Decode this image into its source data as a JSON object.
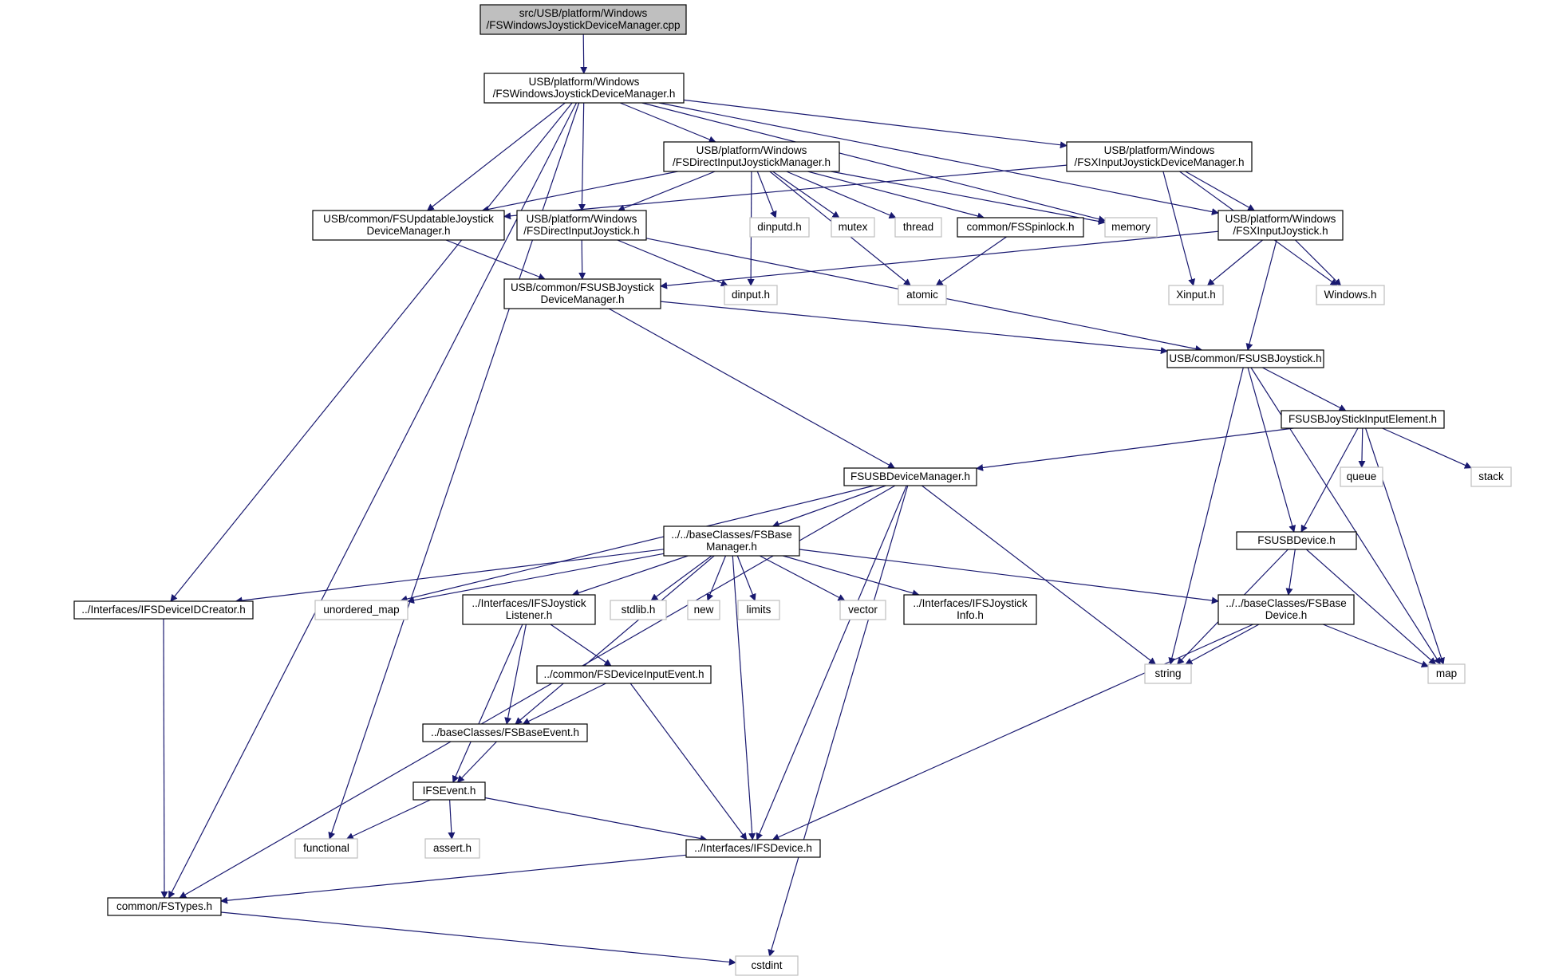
{
  "colors": {
    "edge": "#191970",
    "root_fill": "#bfbfbf",
    "node_fill": "#ffffff",
    "node_border": "#000000",
    "external_border": "#bfbfbf",
    "text": "#000000"
  },
  "nodes": [
    {
      "id": "root",
      "lines": [
        "src/USB/platform/Windows",
        "/FSWindowsJoystickDeviceManager.cpp"
      ],
      "kind": "root"
    },
    {
      "id": "wjdm_h",
      "lines": [
        "USB/platform/Windows",
        "/FSWindowsJoystickDeviceManager.h"
      ],
      "kind": "file"
    },
    {
      "id": "dijm_h",
      "lines": [
        "USB/platform/Windows",
        "/FSDirectInputJoystickManager.h"
      ],
      "kind": "file"
    },
    {
      "id": "xijdm_h",
      "lines": [
        "USB/platform/Windows",
        "/FSXInputJoystickDeviceManager.h"
      ],
      "kind": "file"
    },
    {
      "id": "updatable_h",
      "lines": [
        "USB/common/FSUpdatableJoystick",
        "DeviceManager.h"
      ],
      "kind": "file"
    },
    {
      "id": "dij_h",
      "lines": [
        "USB/platform/Windows",
        "/FSDirectInputJoystick.h"
      ],
      "kind": "file"
    },
    {
      "id": "dinputd",
      "lines": [
        "dinputd.h"
      ],
      "kind": "external"
    },
    {
      "id": "mutex",
      "lines": [
        "mutex"
      ],
      "kind": "external"
    },
    {
      "id": "thread",
      "lines": [
        "thread"
      ],
      "kind": "external"
    },
    {
      "id": "spinlock_h",
      "lines": [
        "common/FSSpinlock.h"
      ],
      "kind": "file"
    },
    {
      "id": "memory",
      "lines": [
        "memory"
      ],
      "kind": "external"
    },
    {
      "id": "xij_h",
      "lines": [
        "USB/platform/Windows",
        "/FSXInputJoystick.h"
      ],
      "kind": "file"
    },
    {
      "id": "usbjdm_h",
      "lines": [
        "USB/common/FSUSBJoystick",
        "DeviceManager.h"
      ],
      "kind": "file"
    },
    {
      "id": "dinput",
      "lines": [
        "dinput.h"
      ],
      "kind": "external"
    },
    {
      "id": "atomic",
      "lines": [
        "atomic"
      ],
      "kind": "external"
    },
    {
      "id": "xinput",
      "lines": [
        "Xinput.h"
      ],
      "kind": "external"
    },
    {
      "id": "windows",
      "lines": [
        "Windows.h"
      ],
      "kind": "external"
    },
    {
      "id": "usbjoy_h",
      "lines": [
        "USB/common/FSUSBJoystick.h"
      ],
      "kind": "file"
    },
    {
      "id": "jsie_h",
      "lines": [
        "FSUSBJoyStickInputElement.h"
      ],
      "kind": "file"
    },
    {
      "id": "usbdm_h",
      "lines": [
        "FSUSBDeviceManager.h"
      ],
      "kind": "file"
    },
    {
      "id": "queue",
      "lines": [
        "queue"
      ],
      "kind": "external"
    },
    {
      "id": "stack",
      "lines": [
        "stack"
      ],
      "kind": "external"
    },
    {
      "id": "basemgr_h",
      "lines": [
        "../../baseClasses/FSBase",
        "Manager.h"
      ],
      "kind": "file"
    },
    {
      "id": "usbdev_h",
      "lines": [
        "FSUSBDevice.h"
      ],
      "kind": "file"
    },
    {
      "id": "idcreator_h",
      "lines": [
        "../Interfaces/IFSDeviceIDCreator.h"
      ],
      "kind": "file"
    },
    {
      "id": "unordered_map",
      "lines": [
        "unordered_map"
      ],
      "kind": "external"
    },
    {
      "id": "jlistener_h",
      "lines": [
        "../Interfaces/IFSJoystick",
        "Listener.h"
      ],
      "kind": "file"
    },
    {
      "id": "stdlib",
      "lines": [
        "stdlib.h"
      ],
      "kind": "external"
    },
    {
      "id": "new",
      "lines": [
        "new"
      ],
      "kind": "external"
    },
    {
      "id": "limits",
      "lines": [
        "limits"
      ],
      "kind": "external"
    },
    {
      "id": "vector",
      "lines": [
        "vector"
      ],
      "kind": "external"
    },
    {
      "id": "jinfo_h",
      "lines": [
        "../Interfaces/IFSJoystick",
        "Info.h"
      ],
      "kind": "file"
    },
    {
      "id": "basedev_h",
      "lines": [
        "../../baseClasses/FSBase",
        "Device.h"
      ],
      "kind": "file"
    },
    {
      "id": "string",
      "lines": [
        "string"
      ],
      "kind": "external"
    },
    {
      "id": "map",
      "lines": [
        "map"
      ],
      "kind": "external"
    },
    {
      "id": "devinputevent_h",
      "lines": [
        "../common/FSDeviceInputEvent.h"
      ],
      "kind": "file"
    },
    {
      "id": "baseevent_h",
      "lines": [
        "../baseClasses/FSBaseEvent.h"
      ],
      "kind": "file"
    },
    {
      "id": "ifsevent_h",
      "lines": [
        "IFSEvent.h"
      ],
      "kind": "file"
    },
    {
      "id": "functional",
      "lines": [
        "functional"
      ],
      "kind": "external"
    },
    {
      "id": "assert",
      "lines": [
        "assert.h"
      ],
      "kind": "external"
    },
    {
      "id": "ifsdevice_h",
      "lines": [
        "../Interfaces/IFSDevice.h"
      ],
      "kind": "file"
    },
    {
      "id": "types_h",
      "lines": [
        "common/FSTypes.h"
      ],
      "kind": "file"
    },
    {
      "id": "cstdint",
      "lines": [
        "cstdint"
      ],
      "kind": "external"
    }
  ],
  "edges": [
    [
      "root",
      "wjdm_h"
    ],
    [
      "wjdm_h",
      "dijm_h"
    ],
    [
      "wjdm_h",
      "xijdm_h"
    ],
    [
      "wjdm_h",
      "updatable_h"
    ],
    [
      "wjdm_h",
      "dij_h"
    ],
    [
      "wjdm_h",
      "memory"
    ],
    [
      "wjdm_h",
      "xij_h"
    ],
    [
      "wjdm_h",
      "functional"
    ],
    [
      "wjdm_h",
      "idcreator_h"
    ],
    [
      "wjdm_h",
      "types_h"
    ],
    [
      "dijm_h",
      "updatable_h"
    ],
    [
      "dijm_h",
      "dij_h"
    ],
    [
      "dijm_h",
      "dinputd"
    ],
    [
      "dijm_h",
      "mutex"
    ],
    [
      "dijm_h",
      "thread"
    ],
    [
      "dijm_h",
      "spinlock_h"
    ],
    [
      "dijm_h",
      "memory"
    ],
    [
      "dijm_h",
      "dinput"
    ],
    [
      "dijm_h",
      "atomic"
    ],
    [
      "xijdm_h",
      "updatable_h"
    ],
    [
      "xijdm_h",
      "xij_h"
    ],
    [
      "xijdm_h",
      "xinput"
    ],
    [
      "xijdm_h",
      "windows"
    ],
    [
      "updatable_h",
      "usbjdm_h"
    ],
    [
      "dij_h",
      "usbjdm_h"
    ],
    [
      "dij_h",
      "dinput"
    ],
    [
      "dij_h",
      "usbjoy_h"
    ],
    [
      "spinlock_h",
      "atomic"
    ],
    [
      "xij_h",
      "usbjdm_h"
    ],
    [
      "xij_h",
      "xinput"
    ],
    [
      "xij_h",
      "windows"
    ],
    [
      "xij_h",
      "usbjoy_h"
    ],
    [
      "usbjdm_h",
      "usbjoy_h"
    ],
    [
      "usbjdm_h",
      "usbdm_h"
    ],
    [
      "usbjoy_h",
      "jsie_h"
    ],
    [
      "usbjoy_h",
      "string"
    ],
    [
      "usbjoy_h",
      "usbdev_h"
    ],
    [
      "usbjoy_h",
      "map"
    ],
    [
      "jsie_h",
      "usbdm_h"
    ],
    [
      "jsie_h",
      "queue"
    ],
    [
      "jsie_h",
      "stack"
    ],
    [
      "jsie_h",
      "usbdev_h"
    ],
    [
      "jsie_h",
      "map"
    ],
    [
      "usbdm_h",
      "basemgr_h"
    ],
    [
      "usbdm_h",
      "unordered_map"
    ],
    [
      "usbdm_h",
      "types_h"
    ],
    [
      "usbdm_h",
      "string"
    ],
    [
      "usbdm_h",
      "ifsdevice_h"
    ],
    [
      "usbdm_h",
      "cstdint"
    ],
    [
      "basemgr_h",
      "idcreator_h"
    ],
    [
      "basemgr_h",
      "unordered_map"
    ],
    [
      "basemgr_h",
      "jlistener_h"
    ],
    [
      "basemgr_h",
      "stdlib"
    ],
    [
      "basemgr_h",
      "new"
    ],
    [
      "basemgr_h",
      "limits"
    ],
    [
      "basemgr_h",
      "vector"
    ],
    [
      "basemgr_h",
      "jinfo_h"
    ],
    [
      "basemgr_h",
      "basedev_h"
    ],
    [
      "basemgr_h",
      "baseevent_h"
    ],
    [
      "basemgr_h",
      "ifsdevice_h"
    ],
    [
      "usbdev_h",
      "basedev_h"
    ],
    [
      "usbdev_h",
      "string"
    ],
    [
      "usbdev_h",
      "map"
    ],
    [
      "basedev_h",
      "string"
    ],
    [
      "basedev_h",
      "map"
    ],
    [
      "basedev_h",
      "ifsdevice_h"
    ],
    [
      "idcreator_h",
      "types_h"
    ],
    [
      "jlistener_h",
      "devinputevent_h"
    ],
    [
      "jlistener_h",
      "baseevent_h"
    ],
    [
      "jlistener_h",
      "ifsevent_h"
    ],
    [
      "devinputevent_h",
      "baseevent_h"
    ],
    [
      "devinputevent_h",
      "ifsdevice_h"
    ],
    [
      "baseevent_h",
      "ifsevent_h"
    ],
    [
      "ifsevent_h",
      "functional"
    ],
    [
      "ifsevent_h",
      "assert"
    ],
    [
      "ifsevent_h",
      "ifsdevice_h"
    ],
    [
      "ifsdevice_h",
      "types_h"
    ],
    [
      "types_h",
      "cstdint"
    ]
  ]
}
